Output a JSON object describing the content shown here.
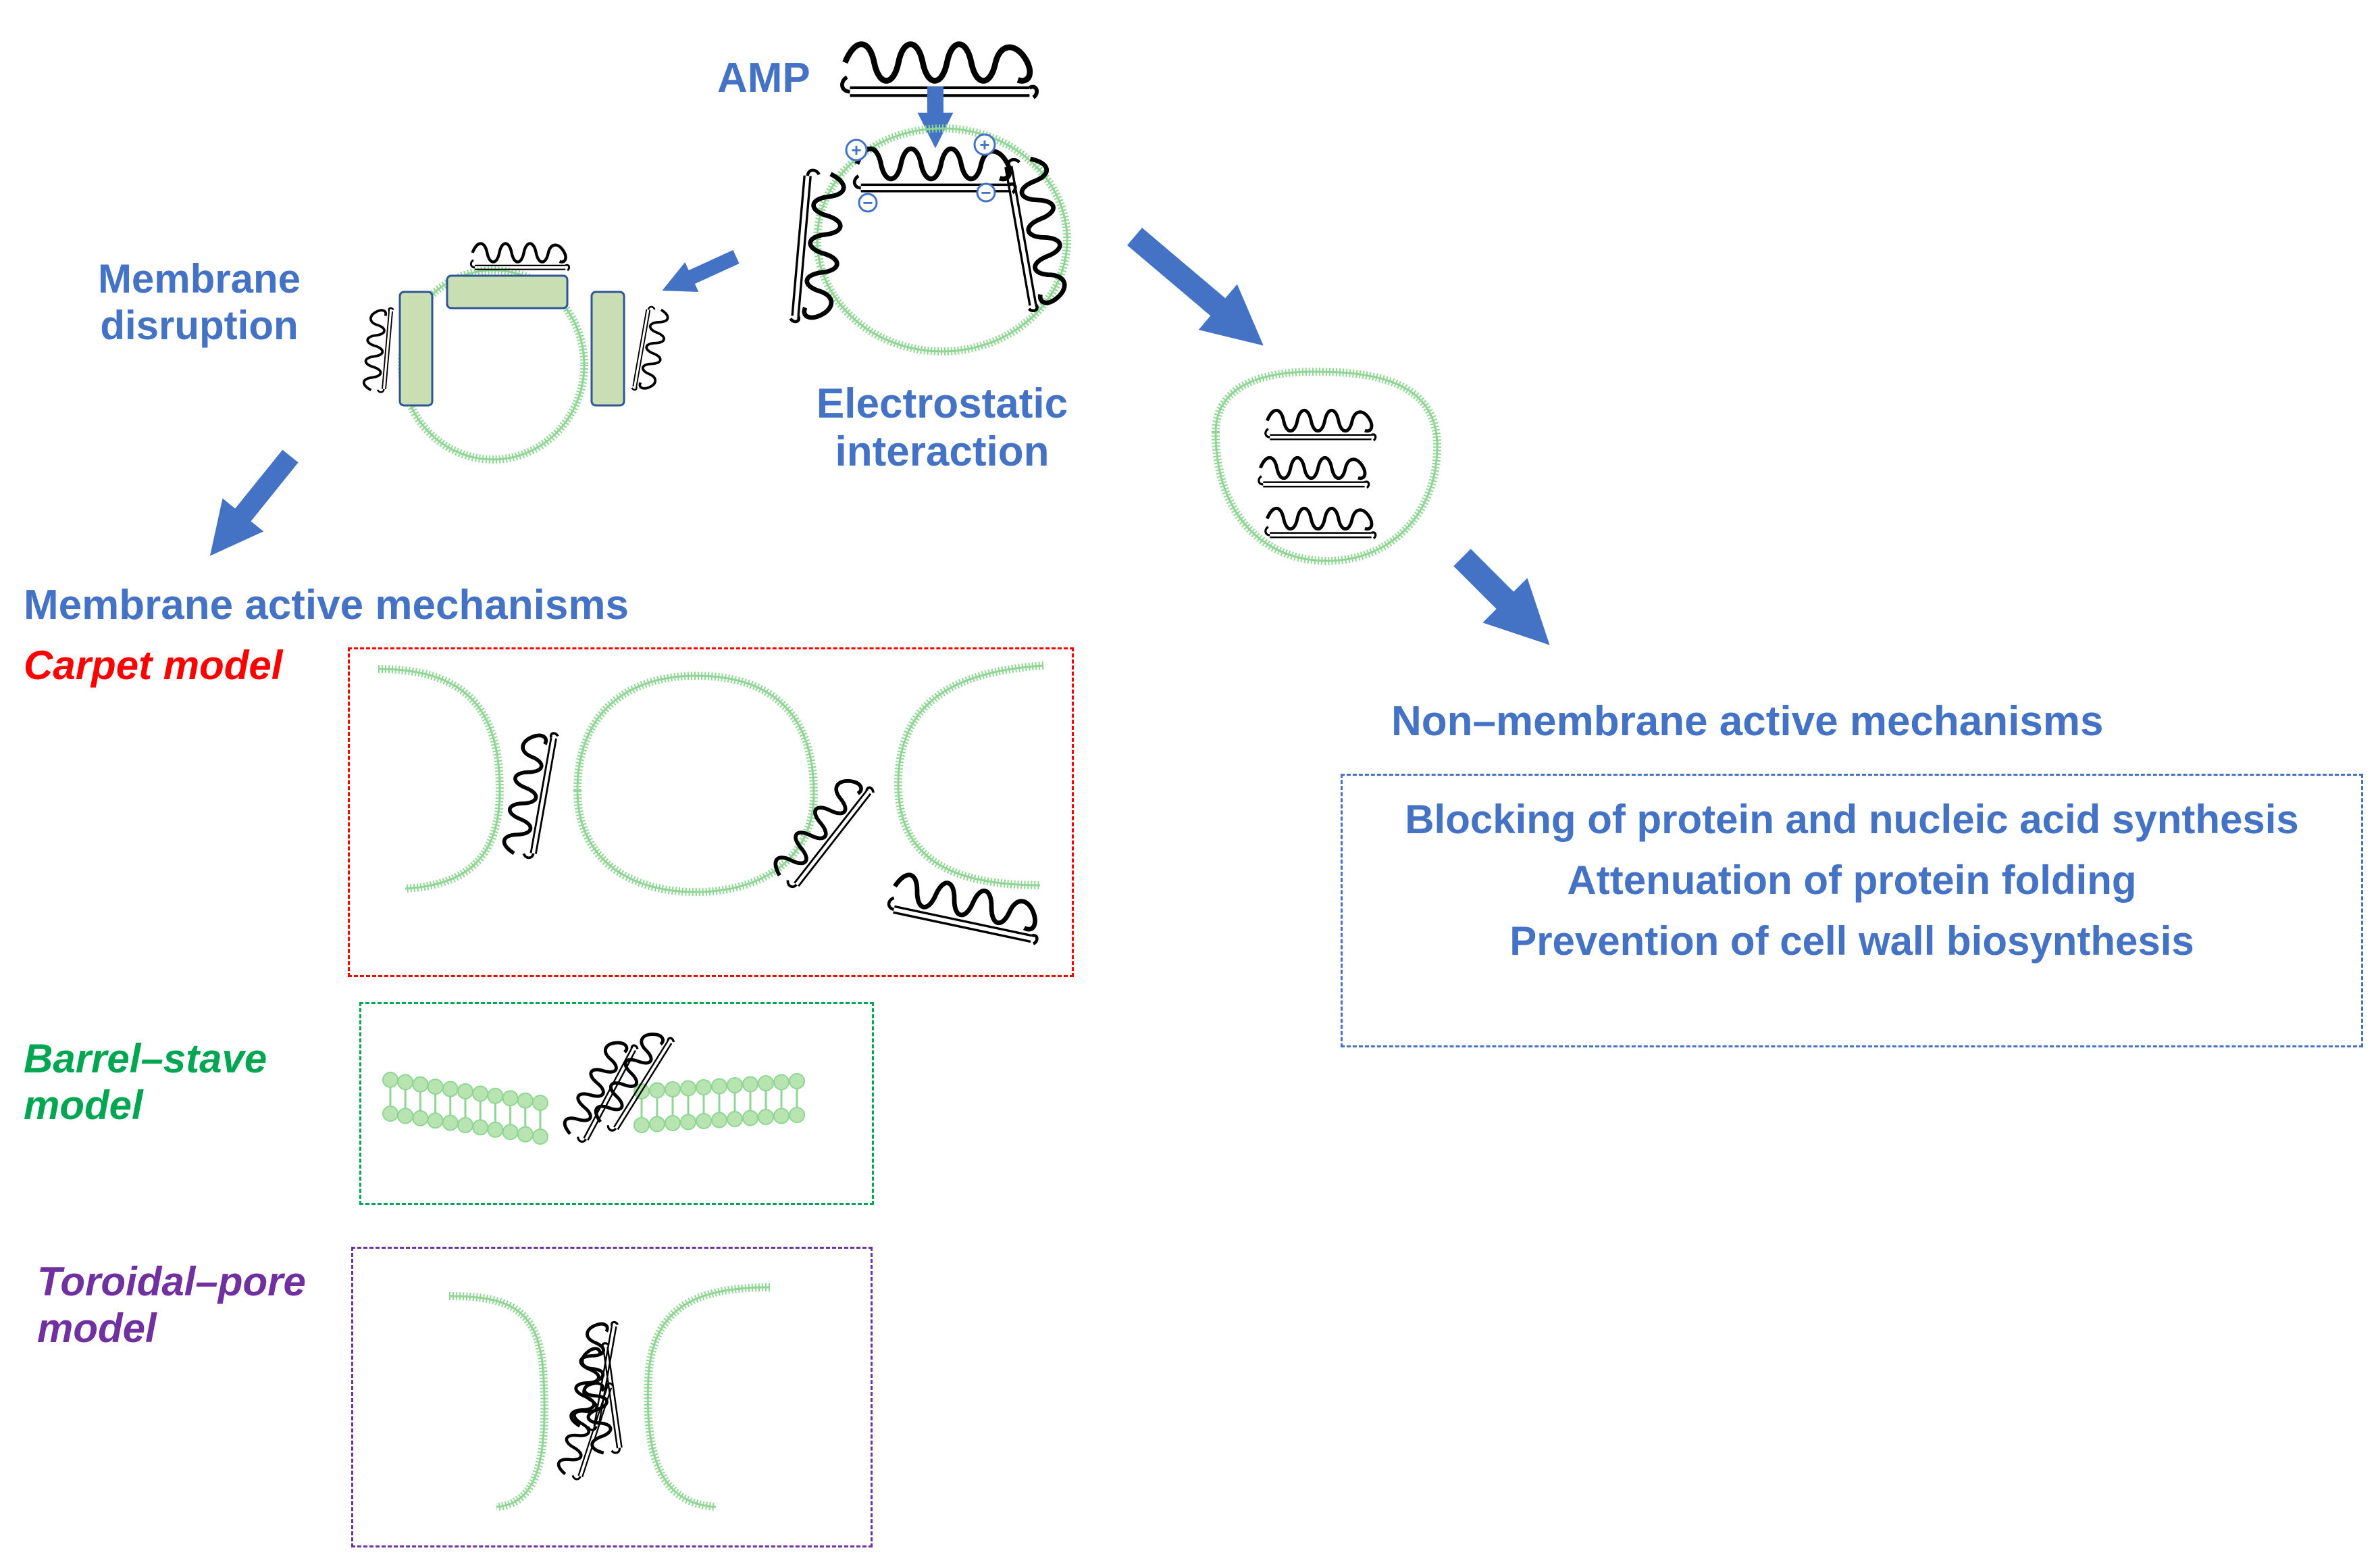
{
  "labels": {
    "amp": "AMP",
    "membrane_disruption": [
      "Membrane",
      "disruption"
    ],
    "electrostatic_interaction": [
      "Electrostatic",
      "interaction"
    ],
    "membrane_active": "Membrane active mechanisms",
    "carpet_model": "Carpet model",
    "barrel_stave_model": [
      "Barrel–stave",
      "model"
    ],
    "toroidal_pore_model": [
      "Toroidal–pore",
      "model"
    ],
    "non_membrane_active": "Non–membrane active mechanisms",
    "non_membrane_items": [
      "Blocking of protein and nucleic acid synthesis",
      "Attenuation of protein folding",
      "Prevention of cell wall biosynthesis"
    ]
  },
  "colors": {
    "label_blue": "#4472C4",
    "arrow_blue": "#4472C4",
    "membrane_green": "#8FD694",
    "membrane_fill": "#C9DFB3",
    "peptide_black": "#000000",
    "carpet_red": "#FF0000",
    "barrel_green": "#00A651",
    "toroidal_purple": "#7030A0"
  },
  "symbols": {
    "plus": "+",
    "minus": "−"
  }
}
